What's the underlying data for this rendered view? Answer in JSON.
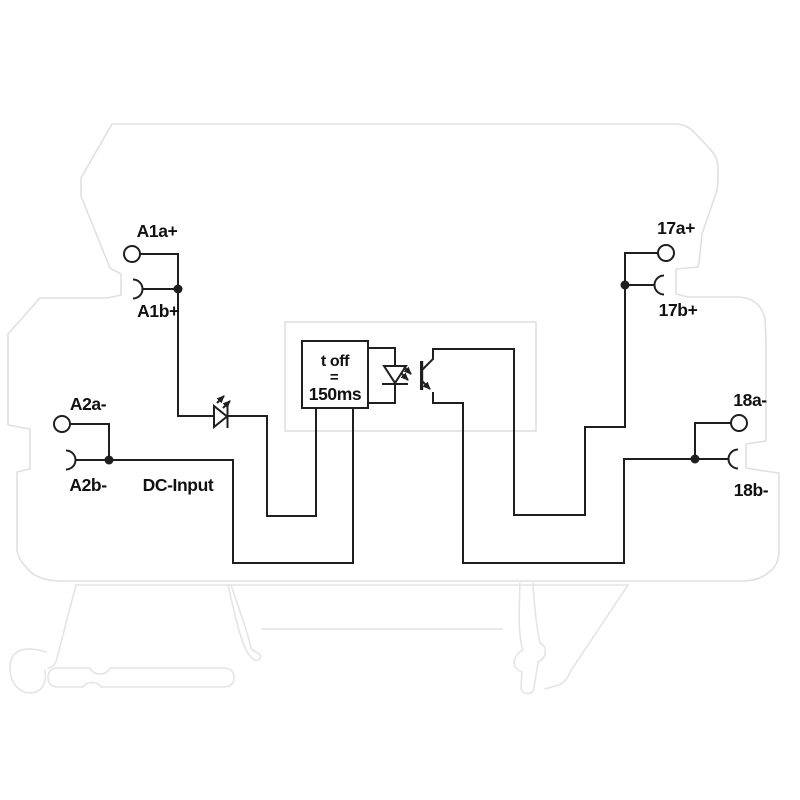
{
  "terminals": {
    "a1a": "A1a+",
    "a1b": "A1b+",
    "a2a": "A2a-",
    "a2b": "A2b-",
    "t17a": "17a+",
    "t17b": "17b+",
    "t18a": "18a-",
    "t18b": "18b-"
  },
  "annotations": {
    "dc_input": "DC-Input"
  },
  "timer_box": {
    "line1": "t off",
    "equals": "=",
    "line2": "150ms"
  },
  "icons": {
    "input_led": "led-diode-with-emission-arrows",
    "opto_led": "optocoupler-led",
    "opto_transistor": "optocoupler-phototransistor",
    "terminal_socket": "half-circle-plug-contact",
    "terminal_stud": "circle-terminal"
  },
  "colors": {
    "wire": "#1f1f1f",
    "text": "#111111",
    "housing_outline": "#e0e0e0",
    "electronics_outline": "#dcdcdc",
    "background": "#ffffff"
  }
}
